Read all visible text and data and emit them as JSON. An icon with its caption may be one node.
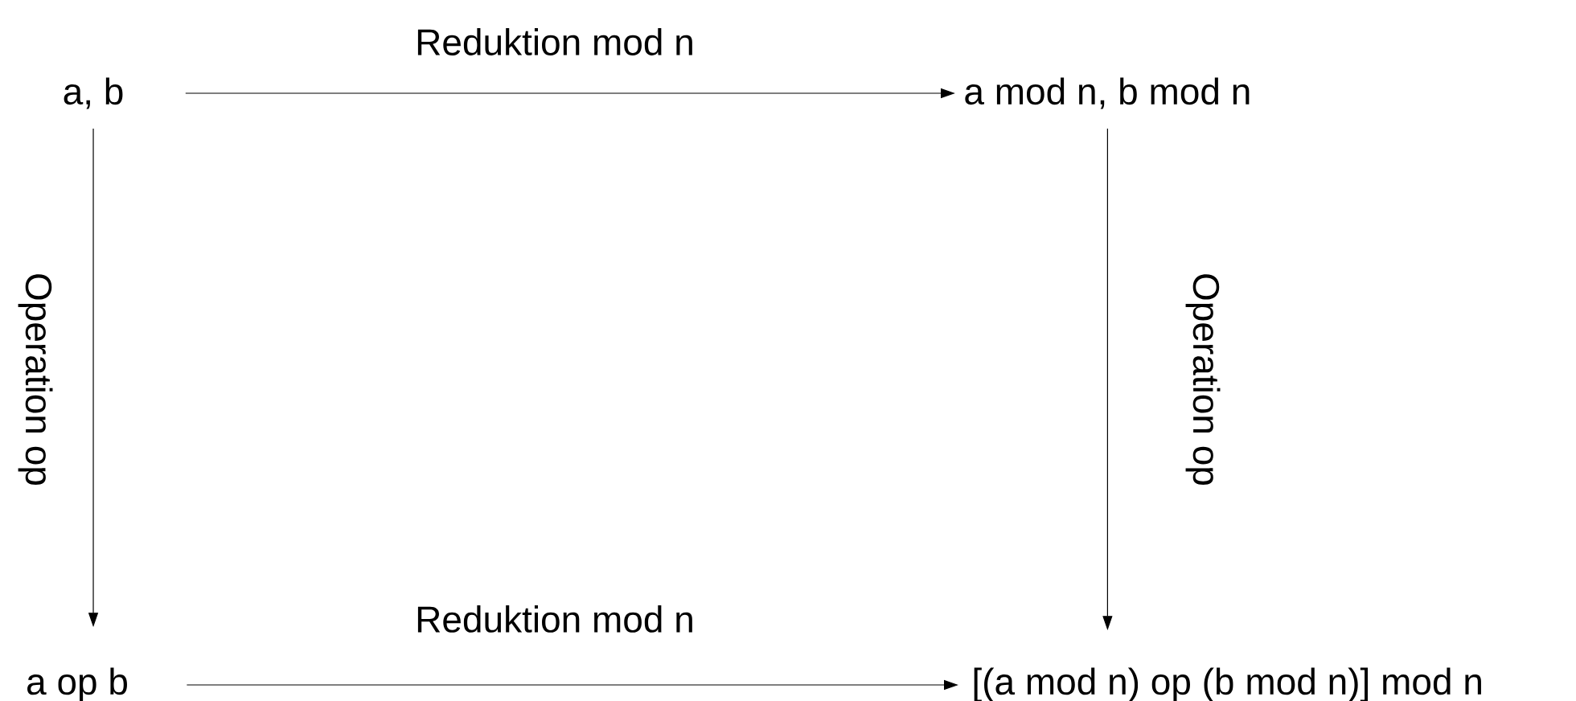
{
  "diagram": {
    "nodes": [
      {
        "text": [
          "a, b"
        ]
      },
      {
        "text": [
          "a mod n, b mod n"
        ]
      },
      {
        "text": [
          "a op b"
        ]
      },
      {
        "text": [
          "[(a mod n) op (b mod n)] mod n"
        ]
      }
    ],
    "edges": [
      {
        "from": 0,
        "to": 1,
        "arrow": "to",
        "label": "Reduktion mod n"
      },
      {
        "from": 0,
        "to": 2,
        "arrow": "to",
        "label": "Operation op"
      },
      {
        "from": 1,
        "to": 3,
        "arrow": "to",
        "label": "Operation op"
      },
      {
        "from": 2,
        "to": 3,
        "arrow": "to",
        "label": "Reduktion mod n"
      }
    ]
  }
}
